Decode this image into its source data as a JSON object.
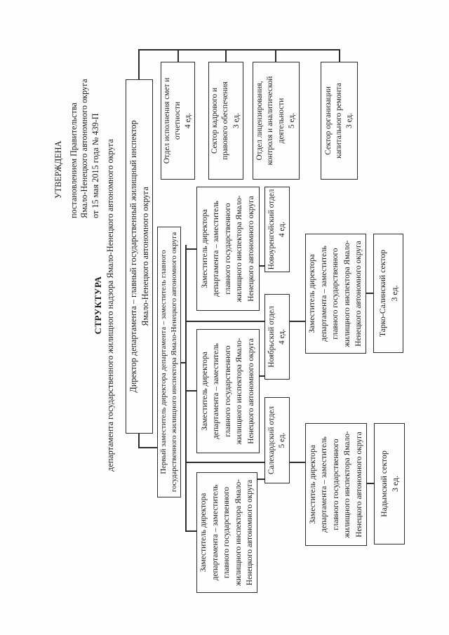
{
  "approval": {
    "lines": [
      "УТВЕРЖДЕНА",
      "постановлением Правительства",
      "Ямало-Ненецкого автономного округа",
      "от 15 мая  2015 года № 439-П"
    ]
  },
  "title": {
    "heading": "СТРУКТУРА",
    "subheading": "департамента государственного жилищного надзора Ямало-Ненецкого автономного округа"
  },
  "chart": {
    "director": {
      "lines": [
        "Директор департамента – главный государственный жилищный инспектор",
        "Ямало-Ненецкого автономного округа"
      ]
    },
    "first_deputy": {
      "lines": [
        "Первый заместитель директора департамента – заместитель главного",
        "государственного жилищного инспектора Ямало-Ненецкого автономного округа"
      ]
    },
    "deputy": {
      "lines": [
        "Заместитель директора",
        "департамента – заместитель",
        "главного государственного",
        "жилищного инспектора Ямало-",
        "Ненецкого автономного округа"
      ]
    },
    "units_right": [
      {
        "lines": [
          "Отдел исполнения смет и",
          "отчетности"
        ],
        "staff": "4 ед."
      },
      {
        "lines": [
          "Сектор кадрового и",
          "правового обеспечения"
        ],
        "staff": "3 ед."
      },
      {
        "lines": [
          "Отдел лицензирования,",
          "контроля и аналитической",
          "деятельности"
        ],
        "staff": "5 ед."
      },
      {
        "lines": [
          "Сектор организации",
          "капитального ремонта"
        ],
        "staff": "3 ед."
      }
    ],
    "units_field": [
      {
        "name": "Новоуренгойский отдел",
        "staff": "4 ед."
      },
      {
        "name": "Ноябрьский отдел",
        "staff": "4 ед."
      },
      {
        "name": "Салехардский отдел",
        "staff": "5 ед."
      },
      {
        "name": "Тарко-Салинский сектор",
        "staff": "3 ед."
      },
      {
        "name": "Надымский сектор",
        "staff": "3 ед."
      }
    ]
  }
}
